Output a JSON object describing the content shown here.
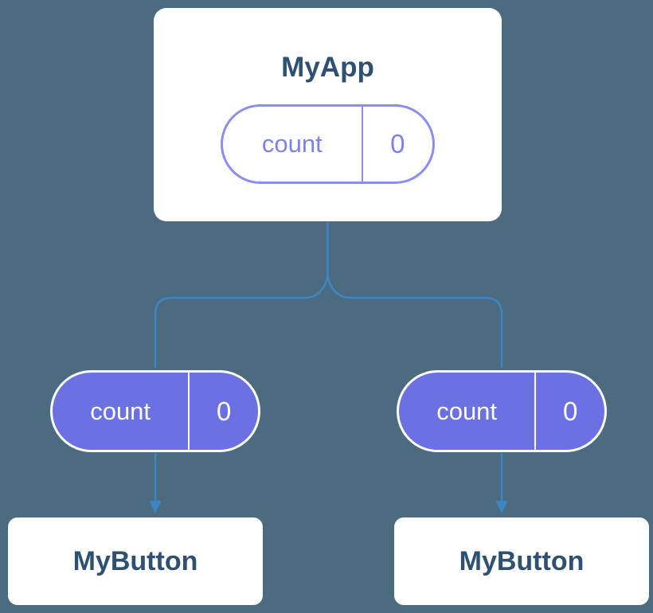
{
  "diagram": {
    "type": "component-tree-state-diagram",
    "root": {
      "title": "MyApp",
      "state": {
        "label": "count",
        "value": "0"
      }
    },
    "children": [
      {
        "title": "MyButton",
        "prop": {
          "label": "count",
          "value": "0"
        }
      },
      {
        "title": "MyButton",
        "prop": {
          "label": "count",
          "value": "0"
        }
      }
    ],
    "colors": {
      "background": "#4a6b80",
      "card_bg": "#ffffff",
      "card_text": "#2d5073",
      "pill_outline_border": "#8a8df2",
      "pill_outline_text": "#7d81ee",
      "pill_filled_bg": "#6b70e2",
      "pill_filled_text": "#ffffff",
      "connector": "#3d85c4"
    }
  }
}
